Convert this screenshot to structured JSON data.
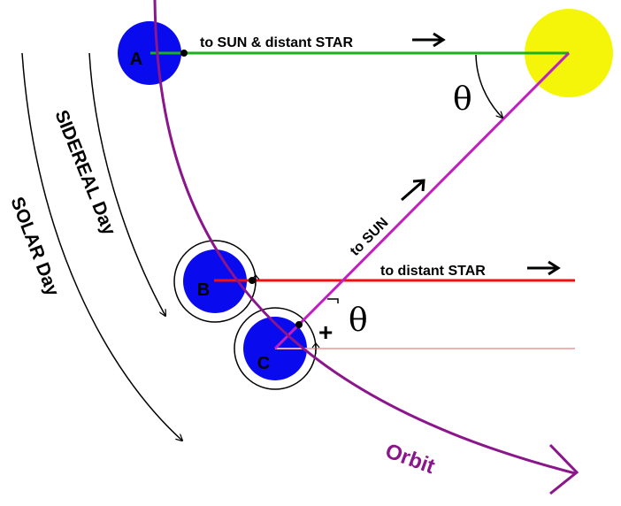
{
  "labels": {
    "earth_a": "A",
    "earth_b": "B",
    "earth_c": "C",
    "to_sun_and_star": "to SUN & distant STAR",
    "to_sun": "to SUN",
    "to_distant_star": "to distant STAR",
    "theta_sun": "θ",
    "theta_earth": "θ",
    "plus_sign": "+",
    "orbit": "Orbit",
    "sidereal_day": "SIDEREAL Day",
    "solar_day": "SOLAR Day"
  },
  "colors": {
    "earth": "#0a0aee",
    "sun": "#f5f50a",
    "orbit": "#8b168b",
    "sun_line_a": "#1ab21a",
    "sun_line_c": "#c020c0",
    "star_line_b": "#ee1111",
    "star_line_c": "#f4b0b0"
  },
  "icons": [
    "arrow-right-icon",
    "arrow-up-right-icon",
    "orbit-arrowhead-icon",
    "angle-arc-icon"
  ]
}
